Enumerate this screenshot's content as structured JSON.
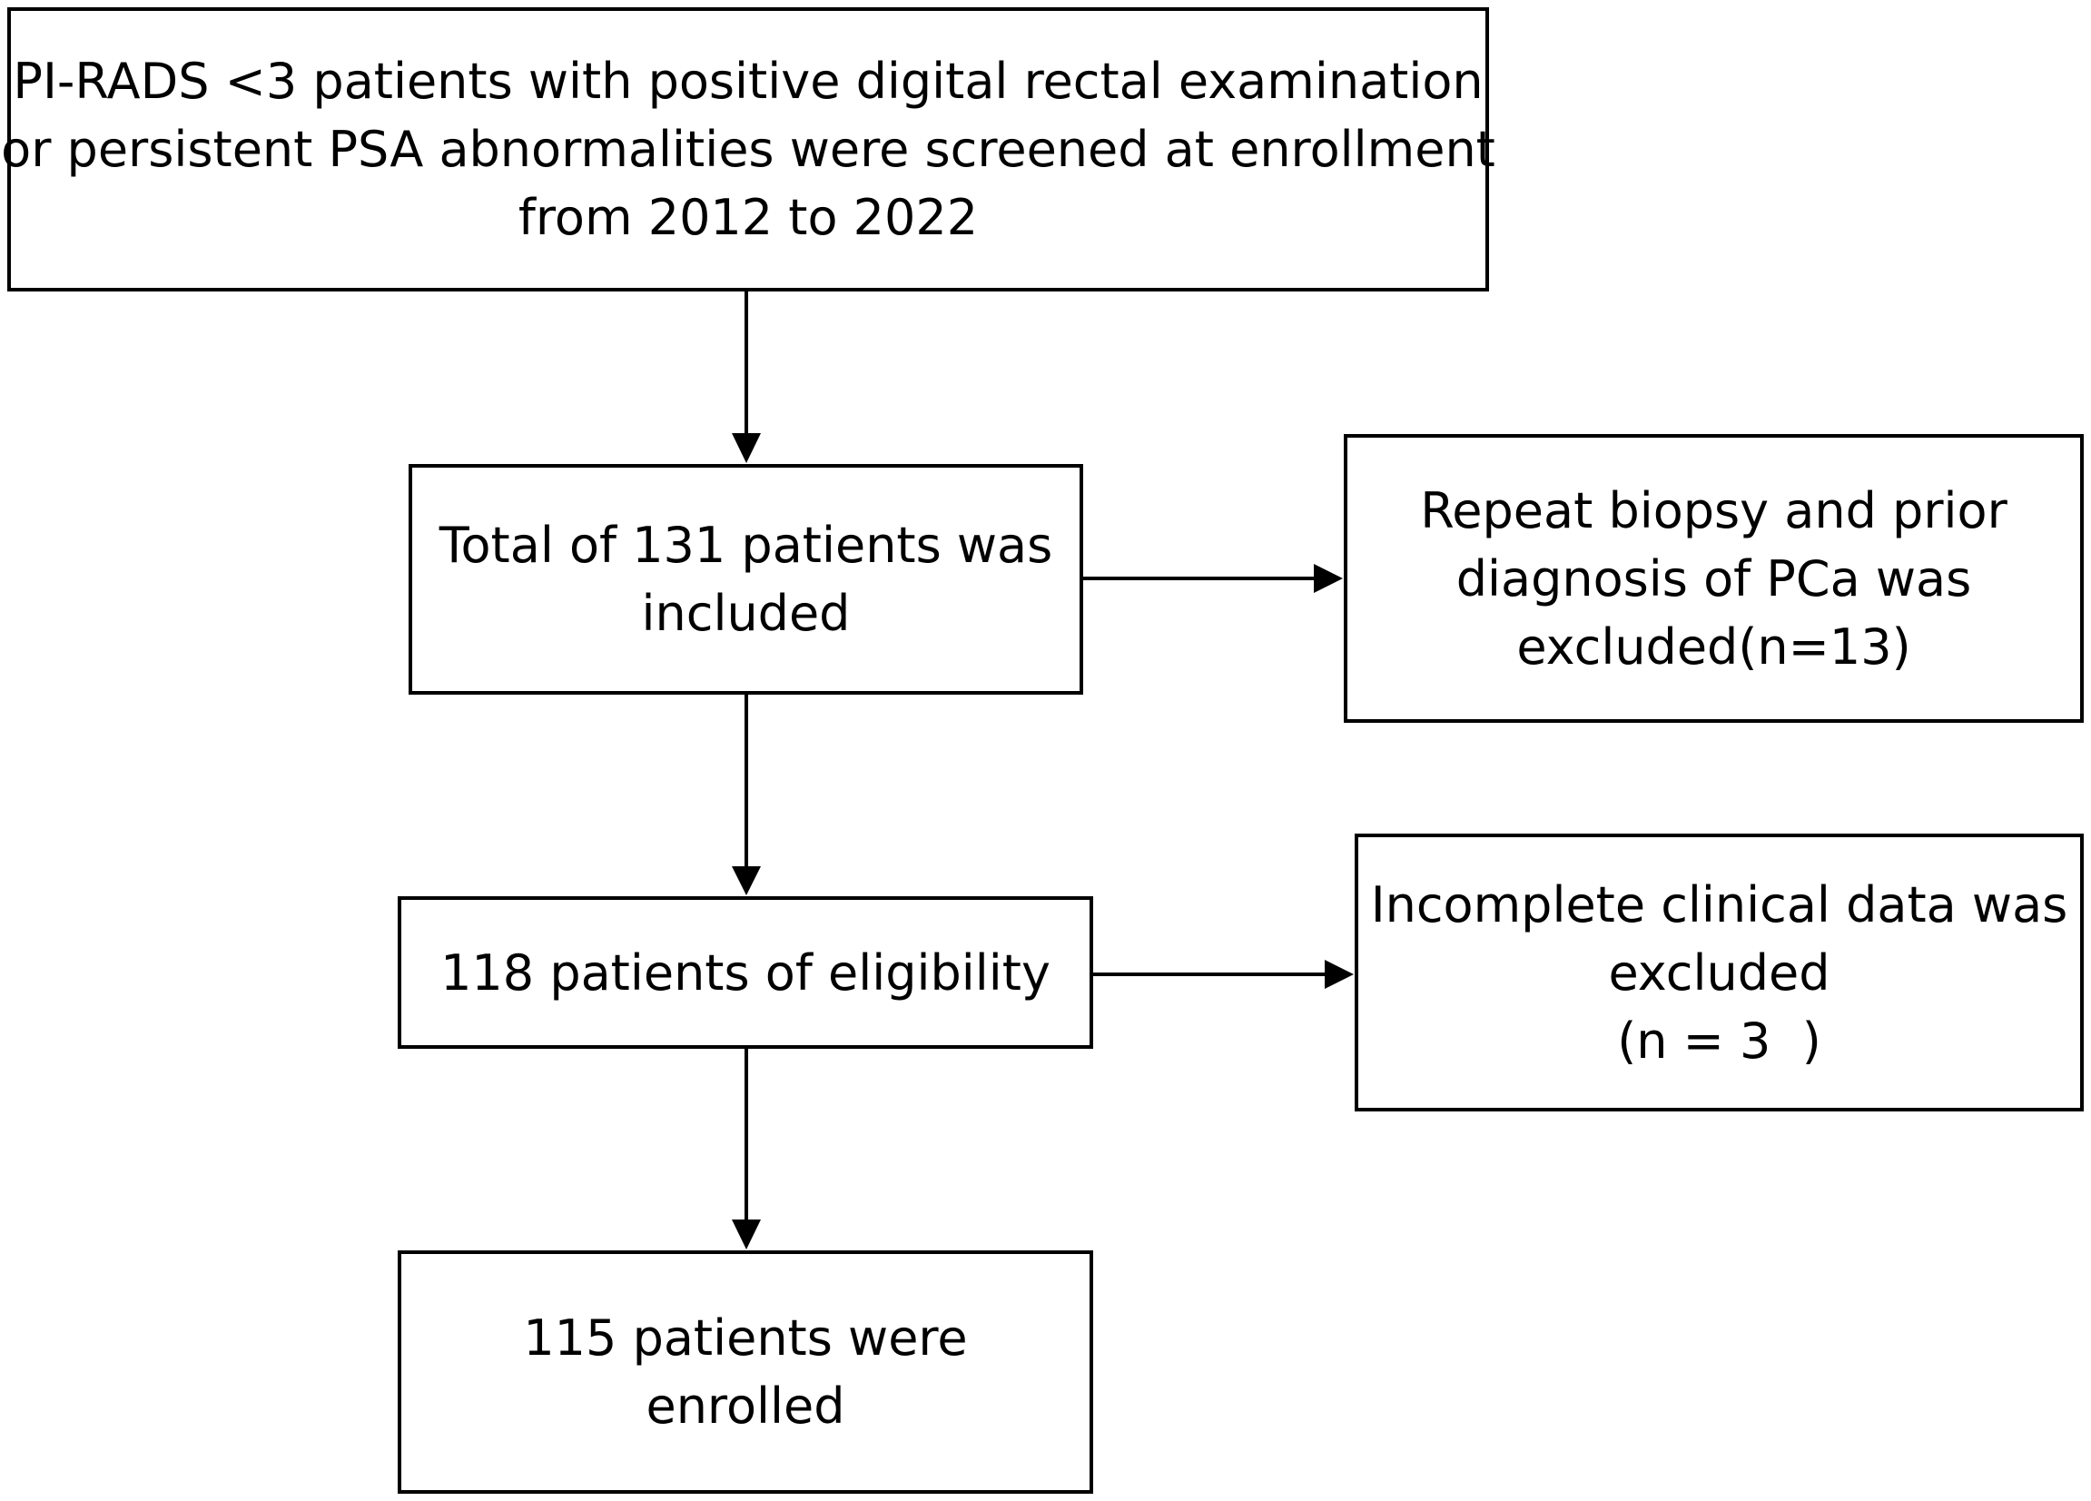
{
  "flowchart": {
    "screening": {
      "line1": "PI-RADS <3 patients with positive digital rectal examination",
      "line2": "or persistent PSA abnormalities were screened at enrollment",
      "line3": "from 2012 to 2022"
    },
    "included": {
      "line1": "Total of 131 patients was",
      "line2": "included"
    },
    "exclusion_1": {
      "line1": "Repeat biopsy and prior",
      "line2": "diagnosis of PCa was",
      "line3": "excluded(n=13)"
    },
    "eligible": {
      "line1": "118 patients of eligibility"
    },
    "exclusion_2": {
      "line1": "Incomplete clinical data was",
      "line2": "excluded",
      "line3": "(n = 3  )"
    },
    "enrolled": {
      "line1": "115 patients were",
      "line2": "enrolled"
    }
  }
}
